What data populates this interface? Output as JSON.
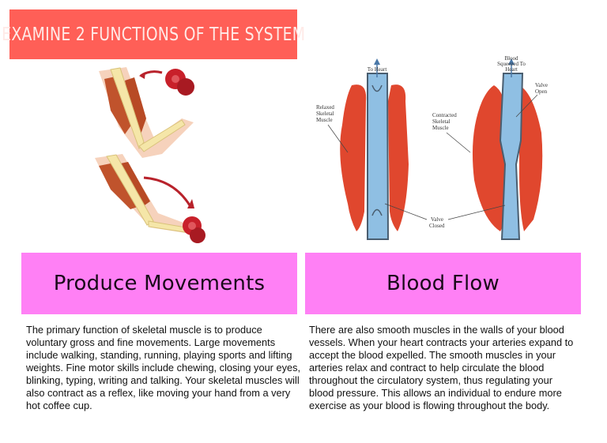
{
  "title": "Examine 2 Functions of the System",
  "colors": {
    "banner_bg": "#ff5f57",
    "banner_text": "#ffeae7",
    "card_bg": "#ff80f5",
    "card_text": "#1a0a1a",
    "muscle": "#e0472e",
    "vessel": "#8fbfe3"
  },
  "figures": {
    "arm": {
      "description": "arm-curl-illustration"
    },
    "diagram": {
      "labels": {
        "to_heart": "To Heart",
        "blood_squeezed_1": "Blood",
        "blood_squeezed_2": "Squeezed To",
        "blood_squeezed_3": "Heart",
        "valve_open_1": "Valve",
        "valve_open_2": "Open",
        "relaxed_1": "Relaxed",
        "relaxed_2": "Skeletal",
        "relaxed_3": "Muscle",
        "contracted_1": "Contracted",
        "contracted_2": "Skeletal",
        "contracted_3": "Muscle",
        "valve_closed_1": "Valve",
        "valve_closed_2": "Closed"
      }
    }
  },
  "sections": [
    {
      "heading": "Produce Movements",
      "body": "The primary function of skeletal muscle is to produce voluntary gross and fine movements. Large movements include walking, standing, running, playing sports and lifting weights. Fine motor skills include chewing, closing your eyes, blinking, typing, writing and talking. Your skeletal muscles will also contract as a reflex, like moving your hand from a very hot coffee cup."
    },
    {
      "heading": "Blood Flow",
      "body": "There are also smooth muscles in the walls of your blood vessels. When your heart contracts your arteries expand to accept the blood expelled. The smooth muscles in your arteries relax and contract to help circulate the blood throughout the circulatory system, thus regulating your blood pressure. This allows an individual to endure more exercise as your blood is flowing throughout the body."
    }
  ]
}
